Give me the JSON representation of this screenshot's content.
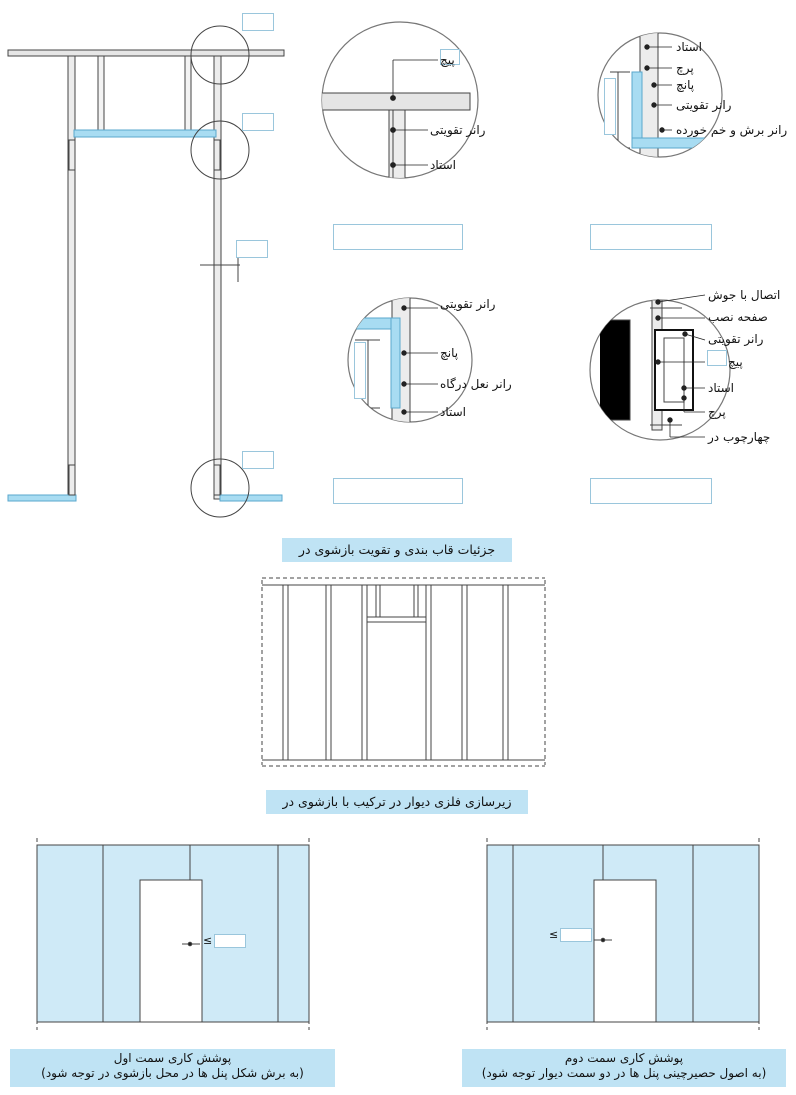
{
  "detail_labels": {
    "top_left": {
      "stud": "استاد",
      "reinforcing_runner": "رانر تقویتی",
      "screw": "پیچ"
    },
    "top_right": {
      "stud": "استاد",
      "rivet": "پرچ",
      "punch": "پانچ",
      "reinforcing_runner": "رانر تقویتی",
      "cut_bent_runner": "رانر برش و خم خورده"
    },
    "mid_left": {
      "reinforcing_runner": "رانر تقویتی",
      "punch": "پانچ",
      "door_sill_runner": "رانر نعل درگاه",
      "stud": "استاد"
    },
    "mid_right": {
      "welded_joint": "اتصال با جوش",
      "mounting_plate": "صفحه نصب",
      "reinforcing_runner": "رانر تقویتی",
      "screw": "پیچ",
      "stud": "استاد",
      "rivet": "پرچ",
      "door_frame": "چهارچوب در"
    }
  },
  "captions": {
    "framing_details": "جزئیات قاب بندی و تقویت بازشوی در",
    "wall_substructure": "زیرسازی فلزی دیوار در ترکیب با بازشوی در",
    "first_side_title": "پوشش کاری سمت اول",
    "first_side_note": "(به برش شکل پنل ها در محل بازشوی در توجه شود)",
    "second_side_title": "پوشش کاری سمت دوم",
    "second_side_note": "(به اصول حصیرچینی پنل ها در دو سمت دیوار توجه شود)"
  },
  "symbols": {
    "gte_left": "≥",
    "gte_right": "≥"
  },
  "colors": {
    "panel": "#cfeaf7",
    "highlight": "#a8dcf2",
    "caption_bg": "#bfe3f4",
    "line": "#333333"
  }
}
